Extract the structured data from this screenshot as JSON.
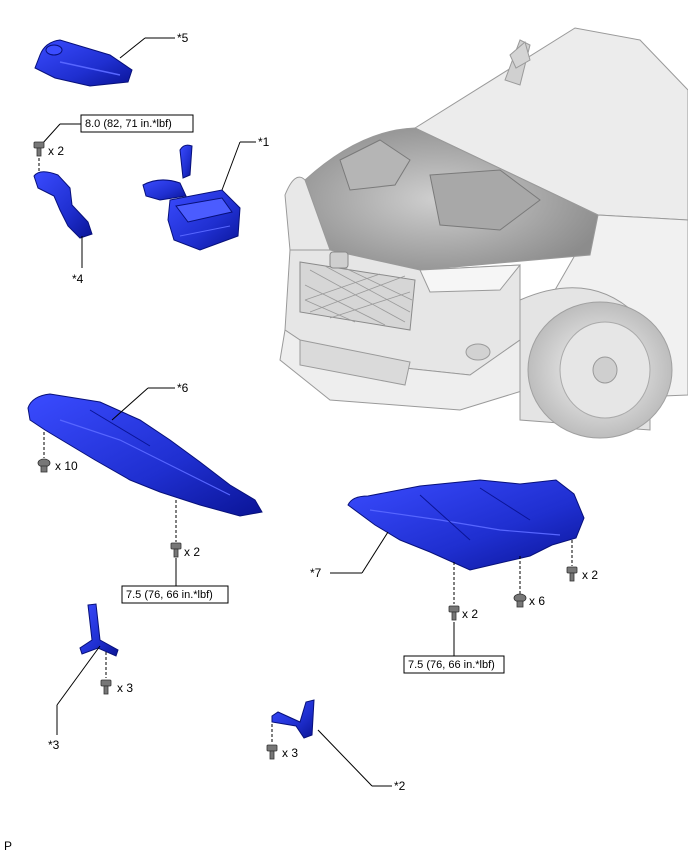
{
  "callouts": {
    "c1": "*1",
    "c2": "*2",
    "c3": "*3",
    "c4": "*4",
    "c5": "*5",
    "c6": "*6",
    "c7": "*7"
  },
  "quantities": {
    "q_bolt4": "x 2",
    "q_under6": "x 10",
    "q_front6": "x 2",
    "q_br3": "x 3",
    "q_br2": "x 3",
    "q_c7_left": "x 2",
    "q_c7_mid": "x 6",
    "q_c7_right": "x 2"
  },
  "torques": {
    "t_top": "8.0 (82, 71 in.*lbf)",
    "t_mid": "7.5 (76, 66 in.*lbf)",
    "t_right": "7.5 (76, 66 in.*lbf)"
  },
  "corner_code": "P",
  "colors": {
    "part_blue": "#1f2fd0",
    "part_dark": "#0a1496",
    "vehicle_gray": "#e2e2e2"
  }
}
